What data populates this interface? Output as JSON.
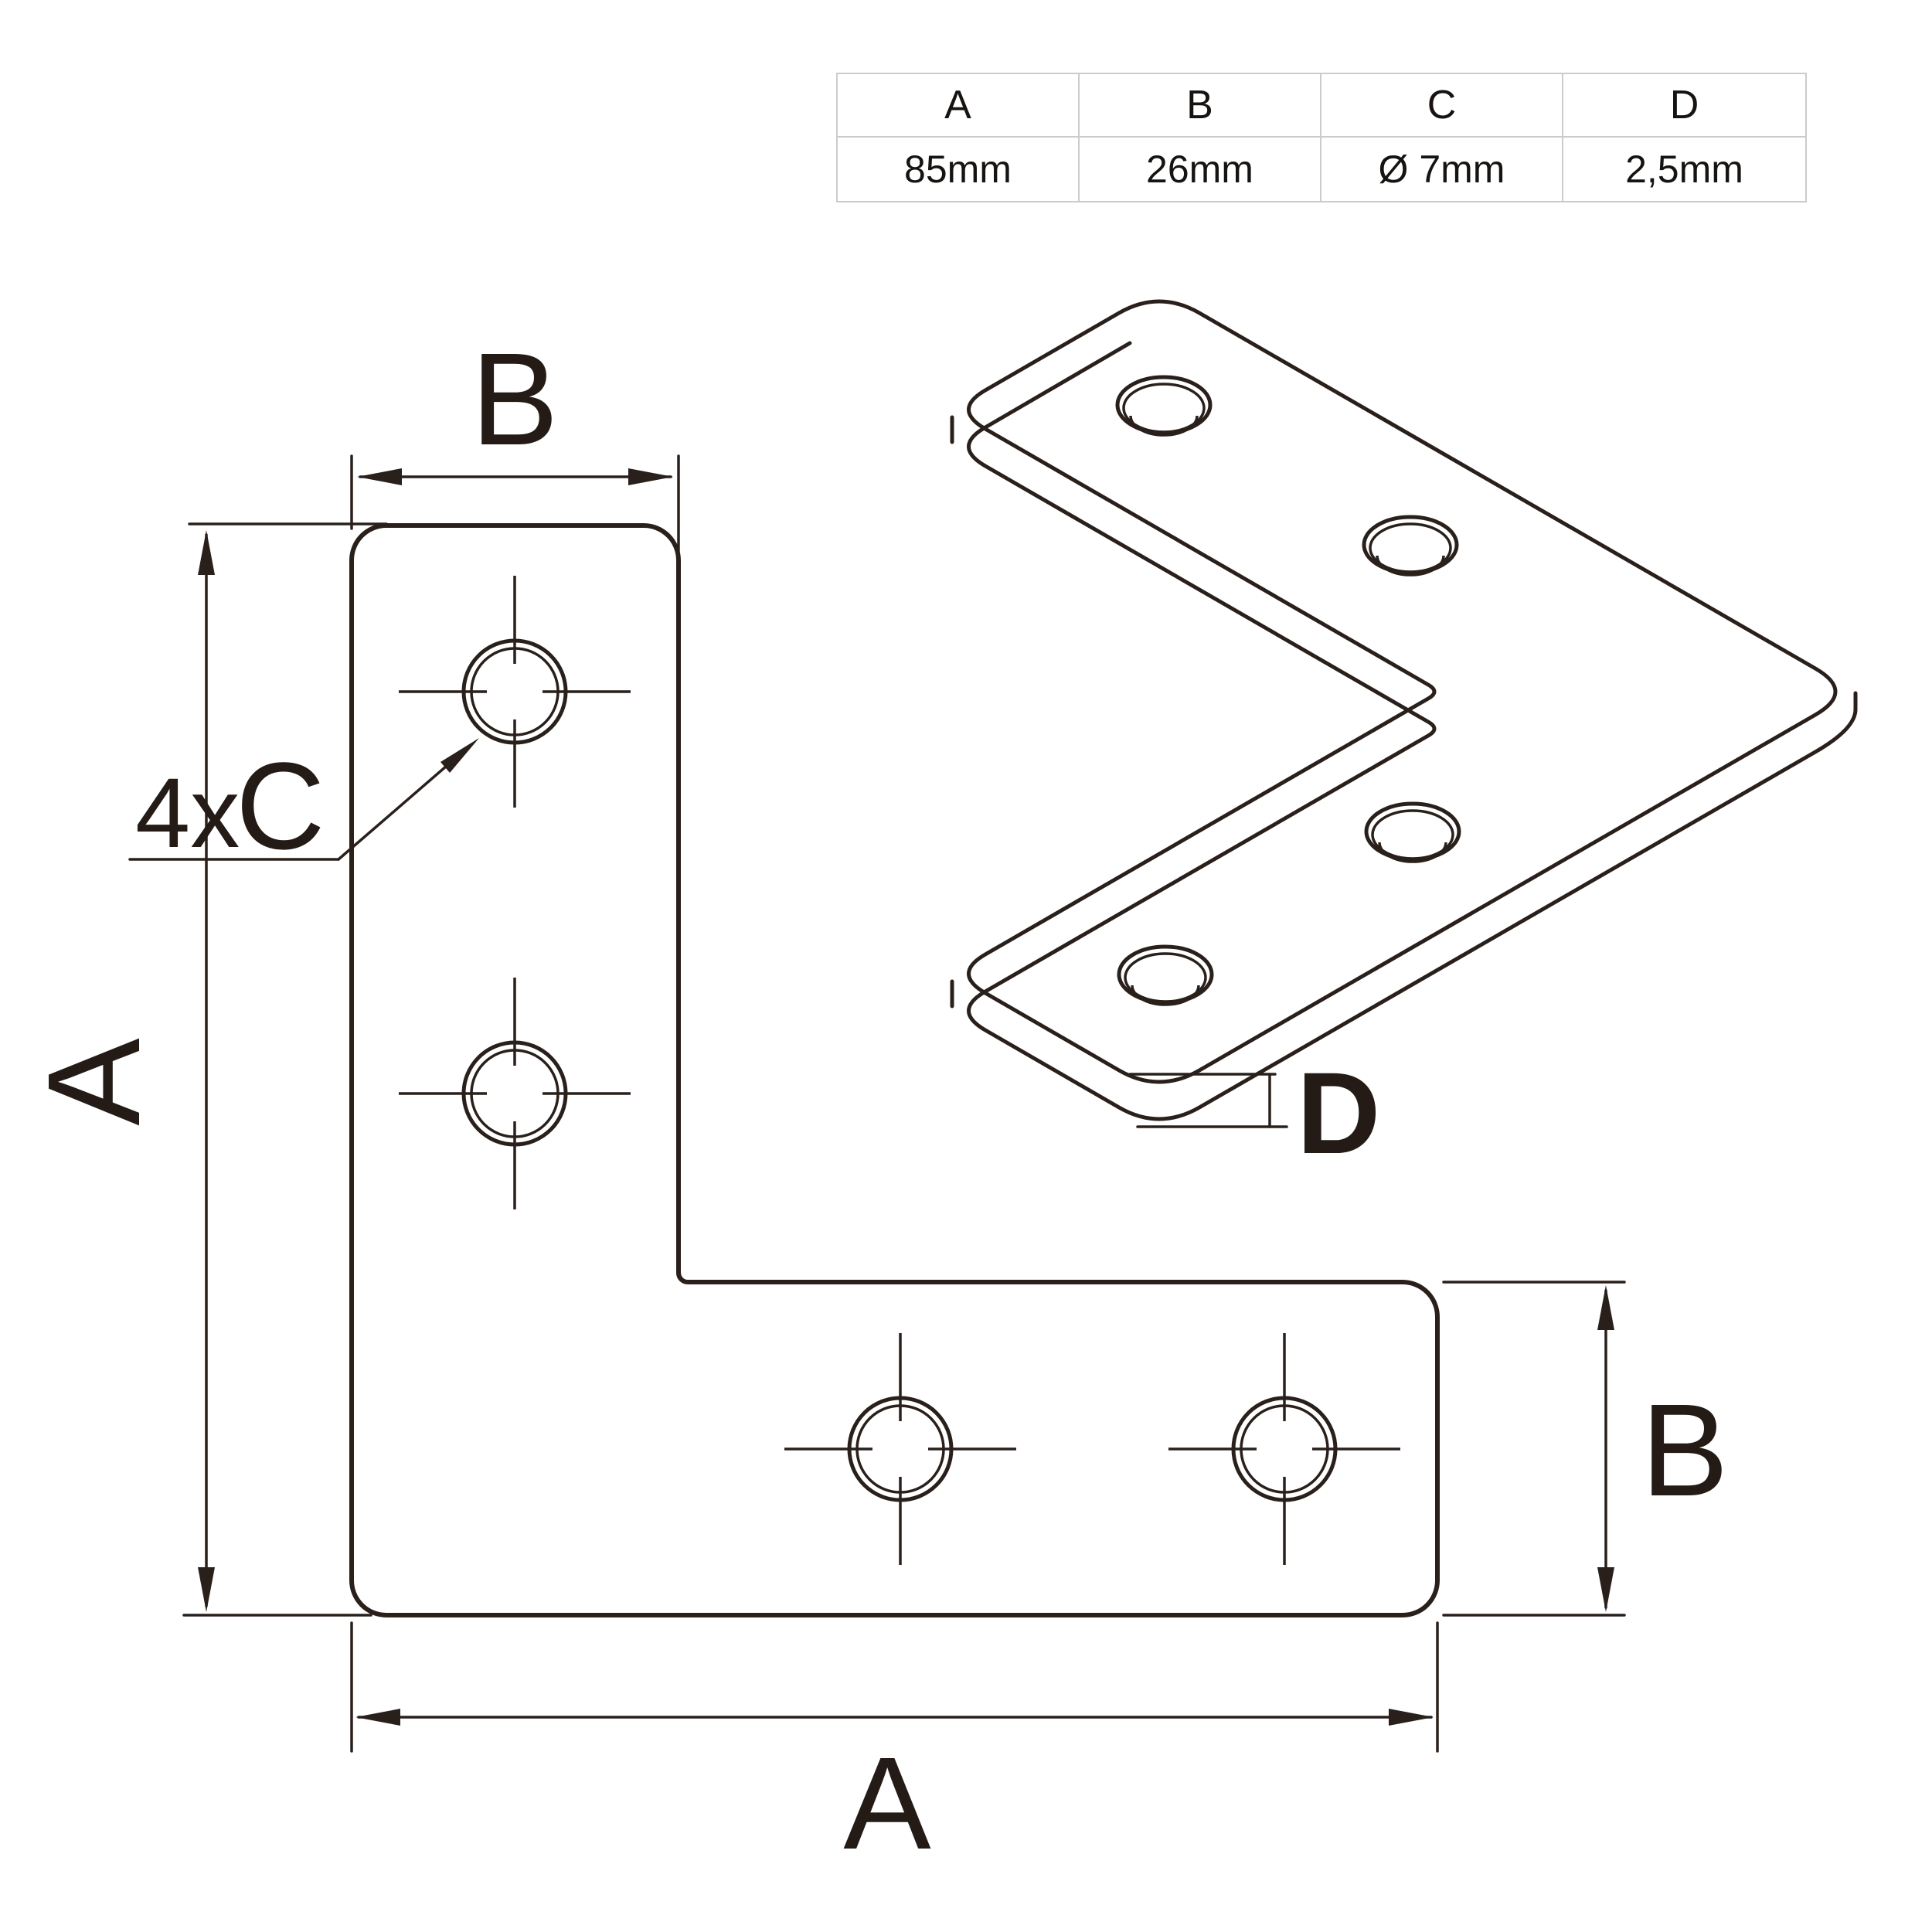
{
  "table": {
    "headers": [
      "A",
      "B",
      "C",
      "D"
    ],
    "values": [
      "85mm",
      "26mm",
      "Ø 7mm",
      "2,5mm"
    ]
  },
  "front_view": {
    "labels": {
      "width_top": "B",
      "height_left": "A",
      "length_bottom": "A",
      "height_right": "B",
      "holes_count": "4x",
      "holes_letter": "C"
    },
    "hole_count": 4
  },
  "iso_view": {
    "labels": {
      "thickness": "D"
    }
  },
  "colors": {
    "line": "#2a201b",
    "label_text": "#241b16",
    "table_border": "#cbcbcb",
    "table_text": "#161310",
    "background": "#ffffff"
  }
}
